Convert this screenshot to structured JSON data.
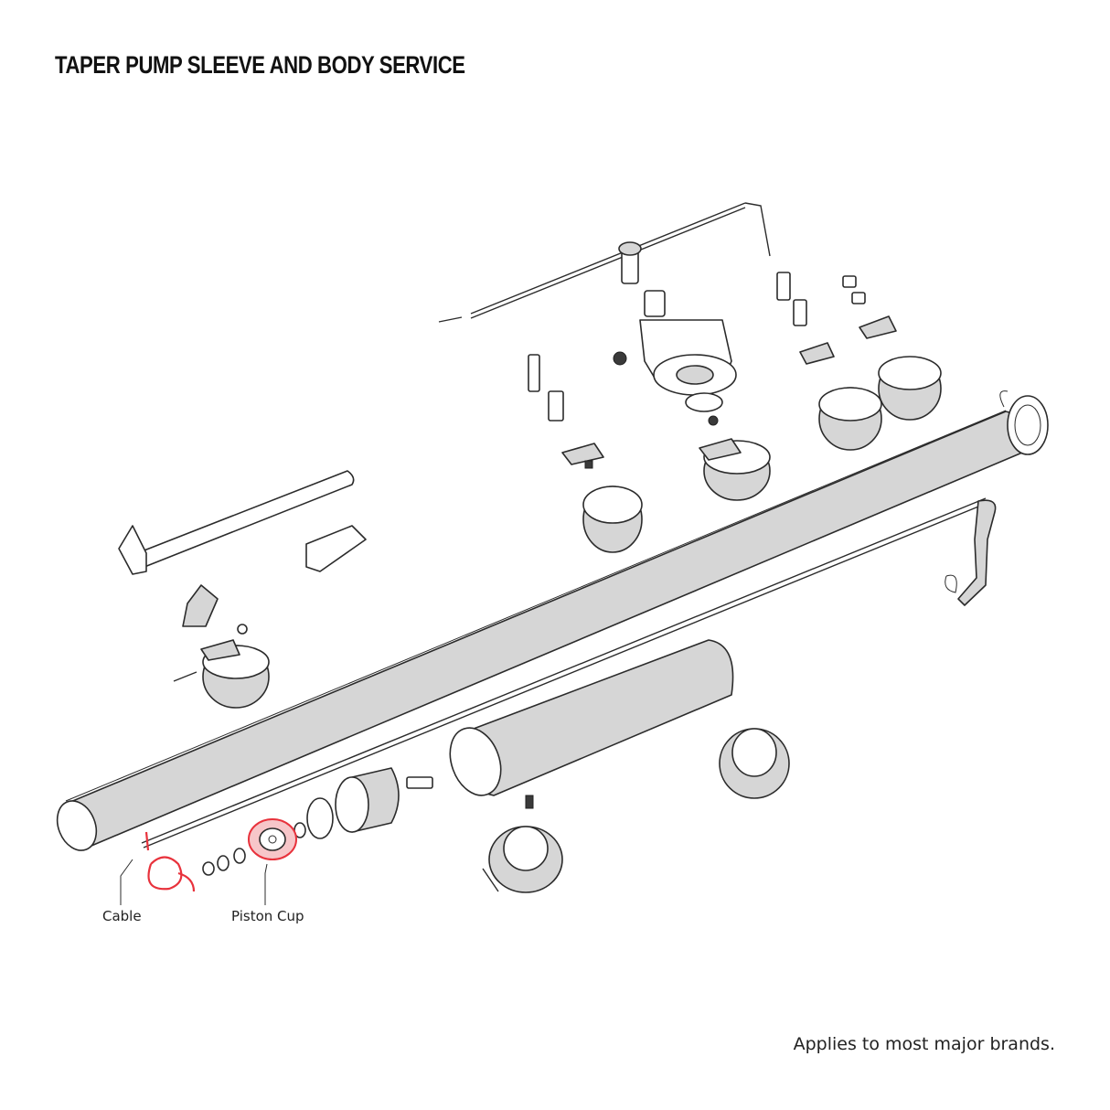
{
  "title": "TAPER PUMP SLEEVE AND BODY SERVICE",
  "callouts": [
    {
      "label": "Cable",
      "highlight_color": "#e8323c"
    },
    {
      "label": "Piston Cup",
      "highlight_color": "#e8323c"
    }
  ],
  "footnote": "Applies to most major brands."
}
